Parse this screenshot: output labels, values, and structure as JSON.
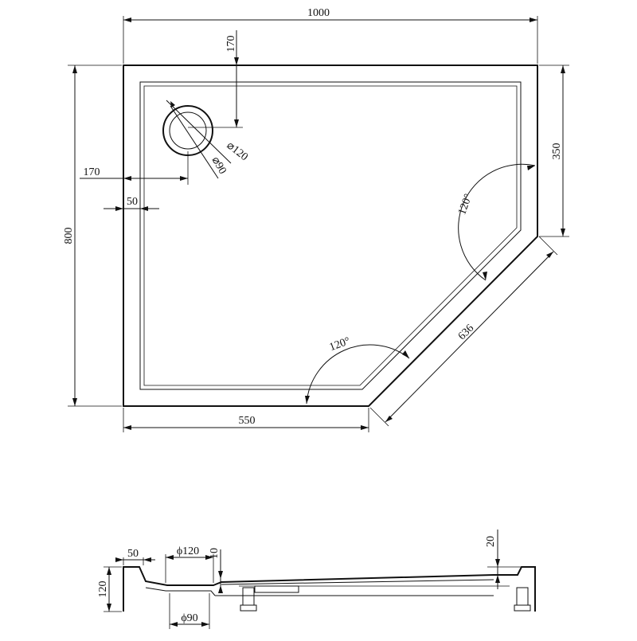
{
  "top_view": {
    "width_label": "1000",
    "height_label": "800",
    "drain_offset_top_label": "170",
    "drain_offset_left_label": "170",
    "rim_width_label": "50",
    "outer_drain_diameter_label": "⌀120",
    "inner_drain_diameter_label": "⌀90",
    "right_edge_label": "350",
    "angle_upper_label": "120°",
    "angle_lower_label": "120°",
    "diagonal_edge_label": "636",
    "bottom_edge_label": "550"
  },
  "side_view": {
    "rim_width_label": "50",
    "drain_outer_label": "ϕ120",
    "recess_depth_label": "10",
    "height_label": "120",
    "drain_inner_label": "ϕ90",
    "slope_label": "20"
  }
}
